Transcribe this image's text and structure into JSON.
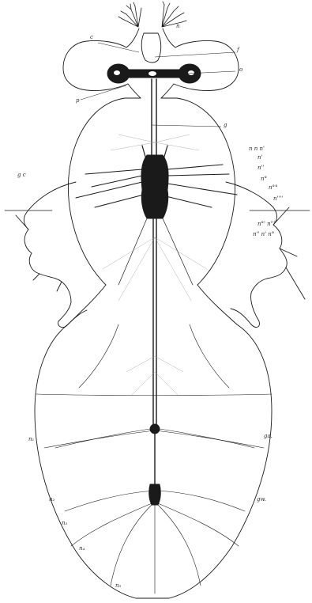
{
  "labels": {
    "c": "c",
    "n_top": "n",
    "f": "f",
    "o": "o",
    "p": "p",
    "g": "g",
    "gc": "g c",
    "r1": "n n n'",
    "r2": "n'",
    "r3": "n''",
    "r4": "n°",
    "r5": "n°°",
    "r6": "n''''",
    "r7": "n°' n'''",
    "r8": "n'' n' n°",
    "n1": "n₁",
    "n2": "n₂",
    "n3": "n₃",
    "n4": "n₄",
    "n5": "n₅",
    "ga": "ga.",
    "gw": "gw."
  },
  "colors": {
    "ink": "#1a1a1a",
    "paper": "#ffffff",
    "faint": "#9a9a9a"
  }
}
